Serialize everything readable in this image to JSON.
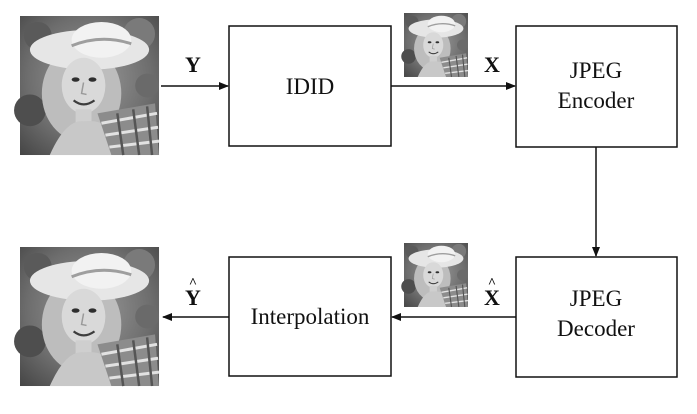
{
  "blocks": {
    "idid": "IDID",
    "encoder_line1": "JPEG",
    "encoder_line2": "Encoder",
    "decoder_line1": "JPEG",
    "decoder_line2": "Decoder",
    "interpolation": "Interpolation"
  },
  "signals": {
    "y": "Y",
    "x": "X",
    "x_hat": "X",
    "y_hat": "Y",
    "hat_mark": "^"
  },
  "images": {
    "input": "portrait-photo",
    "downsampled": "portrait-photo-small",
    "decoded": "portrait-photo-small",
    "output": "portrait-photo"
  }
}
